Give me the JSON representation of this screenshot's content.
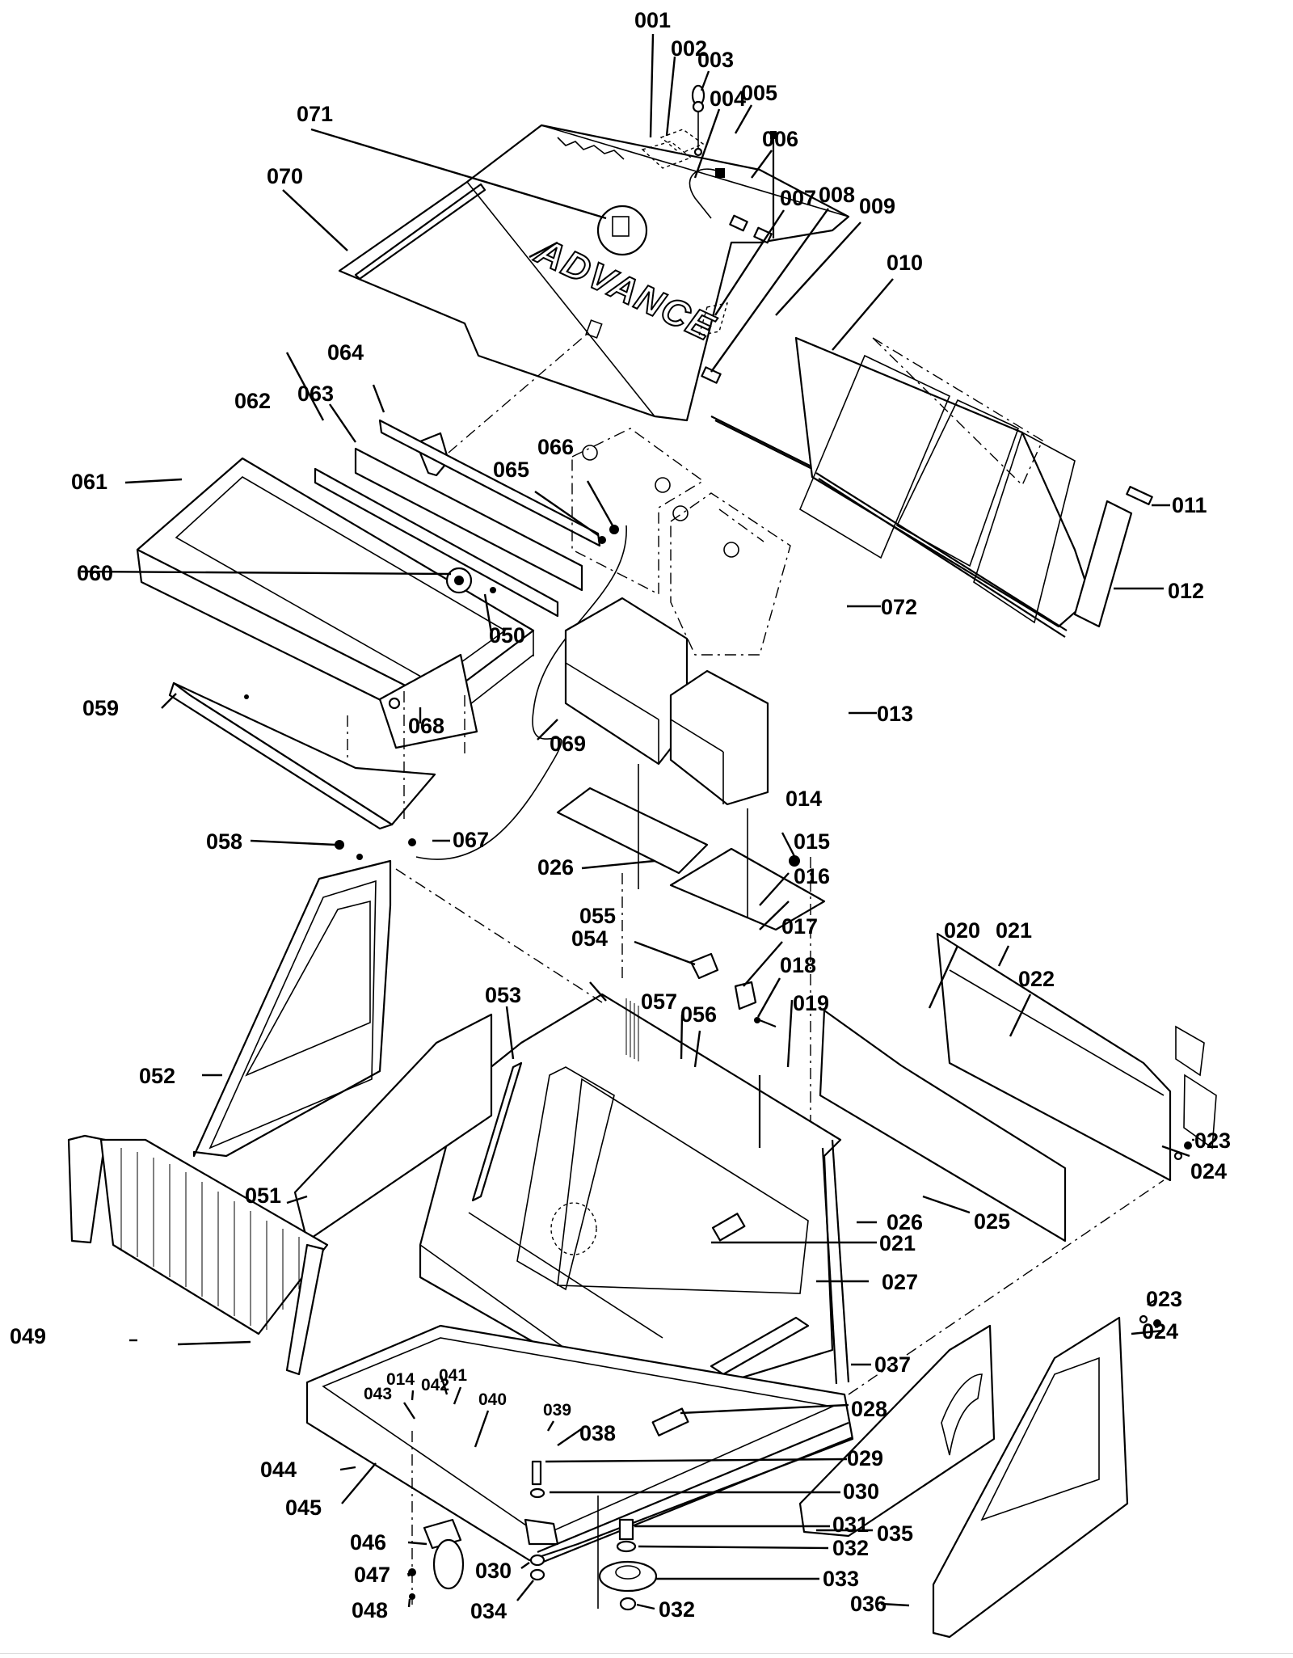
{
  "diagram": {
    "title": "Exploded parts diagram",
    "brand_text": "ADVANCE",
    "callouts": [
      {
        "id": "001",
        "label": "001"
      },
      {
        "id": "002",
        "label": "002"
      },
      {
        "id": "003",
        "label": "003"
      },
      {
        "id": "004",
        "label": "004"
      },
      {
        "id": "005",
        "label": "005"
      },
      {
        "id": "006",
        "label": "006"
      },
      {
        "id": "007",
        "label": "007"
      },
      {
        "id": "008",
        "label": "008"
      },
      {
        "id": "009",
        "label": "009"
      },
      {
        "id": "010",
        "label": "010"
      },
      {
        "id": "011",
        "label": "011"
      },
      {
        "id": "012",
        "label": "012"
      },
      {
        "id": "013",
        "label": "013"
      },
      {
        "id": "014a",
        "label": "014"
      },
      {
        "id": "015",
        "label": "015"
      },
      {
        "id": "016",
        "label": "016"
      },
      {
        "id": "017",
        "label": "017"
      },
      {
        "id": "018",
        "label": "018"
      },
      {
        "id": "019",
        "label": "019"
      },
      {
        "id": "020",
        "label": "020"
      },
      {
        "id": "021a",
        "label": "021"
      },
      {
        "id": "022",
        "label": "022"
      },
      {
        "id": "023a",
        "label": "023"
      },
      {
        "id": "024a",
        "label": "024"
      },
      {
        "id": "025",
        "label": "025"
      },
      {
        "id": "026a",
        "label": "026"
      },
      {
        "id": "021b",
        "label": "021"
      },
      {
        "id": "027",
        "label": "027"
      },
      {
        "id": "023b",
        "label": "023"
      },
      {
        "id": "024b",
        "label": "024"
      },
      {
        "id": "037",
        "label": "037"
      },
      {
        "id": "028",
        "label": "028"
      },
      {
        "id": "029",
        "label": "029"
      },
      {
        "id": "030a",
        "label": "030"
      },
      {
        "id": "031",
        "label": "031"
      },
      {
        "id": "032a",
        "label": "032"
      },
      {
        "id": "033",
        "label": "033"
      },
      {
        "id": "032b",
        "label": "032"
      },
      {
        "id": "035",
        "label": "035"
      },
      {
        "id": "036",
        "label": "036"
      },
      {
        "id": "030b",
        "label": "030"
      },
      {
        "id": "034",
        "label": "034"
      },
      {
        "id": "046",
        "label": "046"
      },
      {
        "id": "047",
        "label": "047"
      },
      {
        "id": "048",
        "label": "048"
      },
      {
        "id": "044",
        "label": "044"
      },
      {
        "id": "045",
        "label": "045"
      },
      {
        "id": "043",
        "label": "043"
      },
      {
        "id": "014b",
        "label": "014"
      },
      {
        "id": "042",
        "label": "042"
      },
      {
        "id": "041",
        "label": "041"
      },
      {
        "id": "040",
        "label": "040"
      },
      {
        "id": "039",
        "label": "039"
      },
      {
        "id": "038",
        "label": "038"
      },
      {
        "id": "049",
        "label": "049"
      },
      {
        "id": "051",
        "label": "051"
      },
      {
        "id": "052",
        "label": "052"
      },
      {
        "id": "053",
        "label": "053"
      },
      {
        "id": "054",
        "label": "054"
      },
      {
        "id": "055",
        "label": "055"
      },
      {
        "id": "057",
        "label": "057"
      },
      {
        "id": "056",
        "label": "056"
      },
      {
        "id": "026b",
        "label": "026"
      },
      {
        "id": "058",
        "label": "058"
      },
      {
        "id": "067",
        "label": "067"
      },
      {
        "id": "059",
        "label": "059"
      },
      {
        "id": "068",
        "label": "068"
      },
      {
        "id": "069",
        "label": "069"
      },
      {
        "id": "060",
        "label": "060"
      },
      {
        "id": "050",
        "label": "050"
      },
      {
        "id": "061",
        "label": "061"
      },
      {
        "id": "062",
        "label": "062"
      },
      {
        "id": "063",
        "label": "063"
      },
      {
        "id": "064",
        "label": "064"
      },
      {
        "id": "065",
        "label": "065"
      },
      {
        "id": "066",
        "label": "066"
      },
      {
        "id": "072",
        "label": "072"
      },
      {
        "id": "070",
        "label": "070"
      },
      {
        "id": "071",
        "label": "071"
      }
    ]
  }
}
